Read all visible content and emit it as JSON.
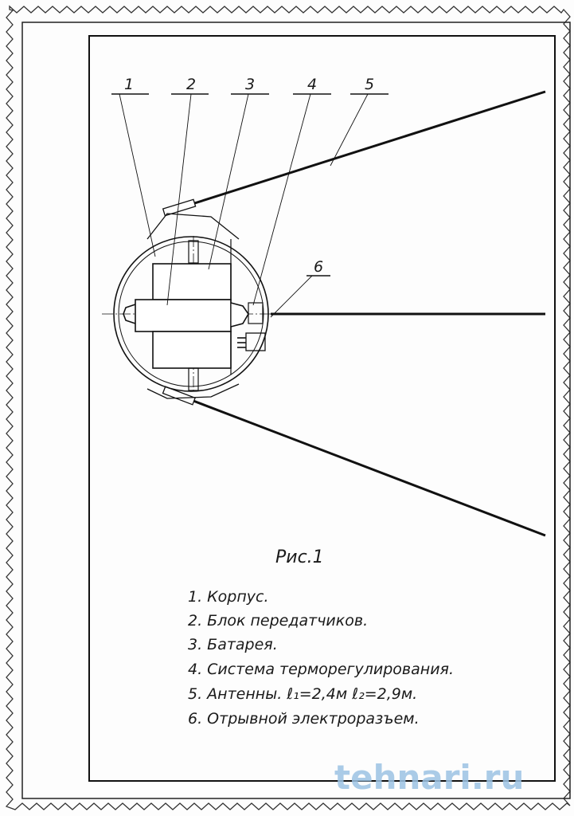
{
  "figure": {
    "callouts": [
      "1",
      "2",
      "3",
      "4",
      "5",
      "6"
    ],
    "caption": "Рис.1",
    "legend": [
      "1. Корпус.",
      "2. Блок передатчиков.",
      "3. Батарея.",
      "4. Система терморегулирования.",
      "5. Антенны. ℓ₁=2,4м  ℓ₂=2,9м.",
      "6. Отрывной электроразъем."
    ]
  },
  "watermark": "tehnari.ru"
}
